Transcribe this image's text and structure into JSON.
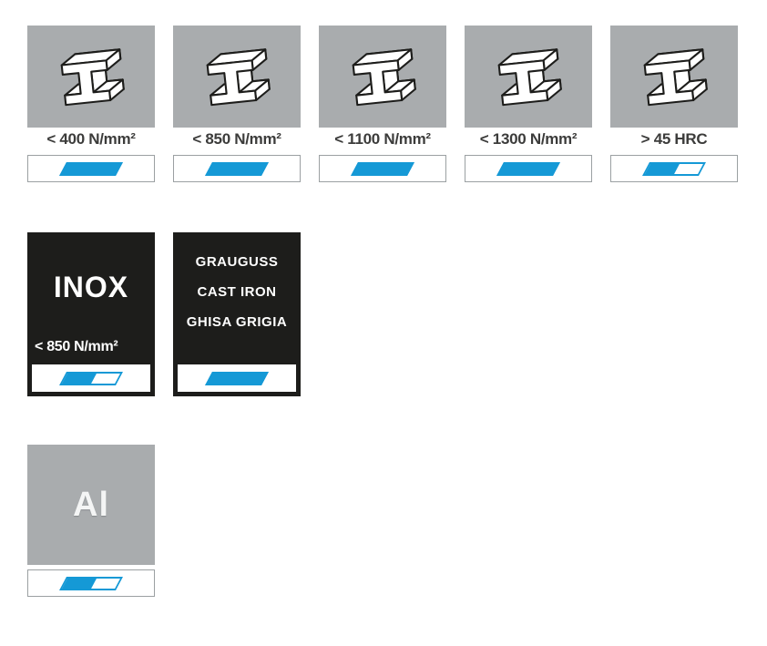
{
  "colors": {
    "card_gray": "#a9acae",
    "card_black": "#1d1d1b",
    "accent_blue": "#1599d6",
    "label_text": "#3c3c3b",
    "icon_fill": "#ffffff",
    "icon_outline": "#1d1d1b"
  },
  "steel_cards": [
    {
      "icon": "i-beam-icon",
      "label": "< 400 N/mm²",
      "suitability": "full"
    },
    {
      "icon": "i-beam-icon",
      "label": "< 850 N/mm²",
      "suitability": "full"
    },
    {
      "icon": "i-beam-icon",
      "label": "< 1100 N/mm²",
      "suitability": "full"
    },
    {
      "icon": "i-beam-icon",
      "label": "< 1300 N/mm²",
      "suitability": "full"
    },
    {
      "icon": "i-beam-icon",
      "label": "> 45 HRC",
      "suitability": "partial"
    }
  ],
  "inox_card": {
    "title": "INOX",
    "label": "< 850 N/mm²",
    "suitability": "partial"
  },
  "cast_iron_card": {
    "lines": [
      "GRAUGUSS",
      "CAST IRON",
      "GHISA GRIGIA"
    ],
    "suitability": "full"
  },
  "aluminium_card": {
    "title": "Al",
    "suitability": "partial"
  }
}
